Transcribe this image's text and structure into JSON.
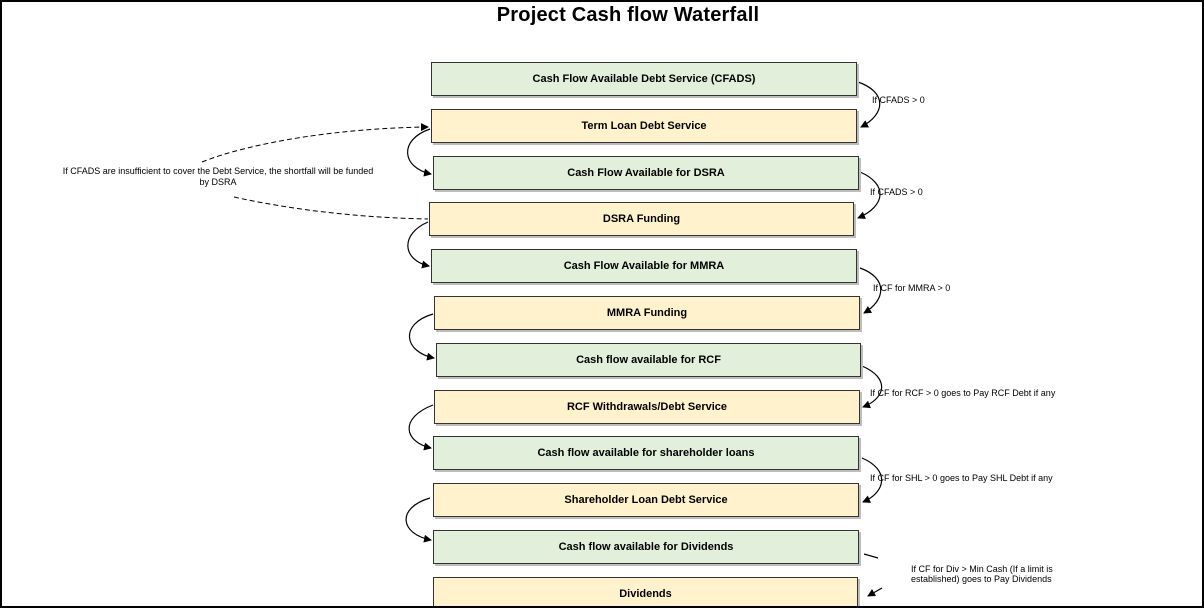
{
  "diagram": {
    "title": "Project Cash flow Waterfall",
    "boxes": [
      {
        "label": "Cash Flow Available Debt Service (CFADS)",
        "kind": "green"
      },
      {
        "label": "Term Loan Debt Service",
        "kind": "yellow"
      },
      {
        "label": "Cash Flow Available for DSRA",
        "kind": "green"
      },
      {
        "label": "DSRA Funding",
        "kind": "yellow"
      },
      {
        "label": "Cash Flow Available for MMRA",
        "kind": "green"
      },
      {
        "label": "MMRA Funding",
        "kind": "yellow"
      },
      {
        "label": "Cash flow available for RCF",
        "kind": "green"
      },
      {
        "label": "RCF Withdrawals/Debt Service",
        "kind": "yellow"
      },
      {
        "label": "Cash flow available for shareholder loans",
        "kind": "green"
      },
      {
        "label": "Shareholder Loan Debt Service",
        "kind": "yellow"
      },
      {
        "label": "Cash flow available for Dividends",
        "kind": "green"
      },
      {
        "label": "Dividends",
        "kind": "yellow"
      }
    ],
    "conditions": [
      "If CFADS > 0",
      "If CFADS > 0",
      "If CF for MMRA > 0",
      "If CF for RCF > 0 goes to Pay RCF Debt if any",
      "If CF for SHL > 0 goes to Pay SHL Debt if any",
      "If CF for Div > Min Cash (If a limit is",
      "established)  goes to Pay Dividends"
    ],
    "dsra_note": "If CFADS are insufficient to cover the Debt Service, the shortfall will be funded by DSRA"
  },
  "colors": {
    "cash_flow_box": "#e2efda",
    "allocation_box": "#fff2cc",
    "outline": "#333333"
  }
}
